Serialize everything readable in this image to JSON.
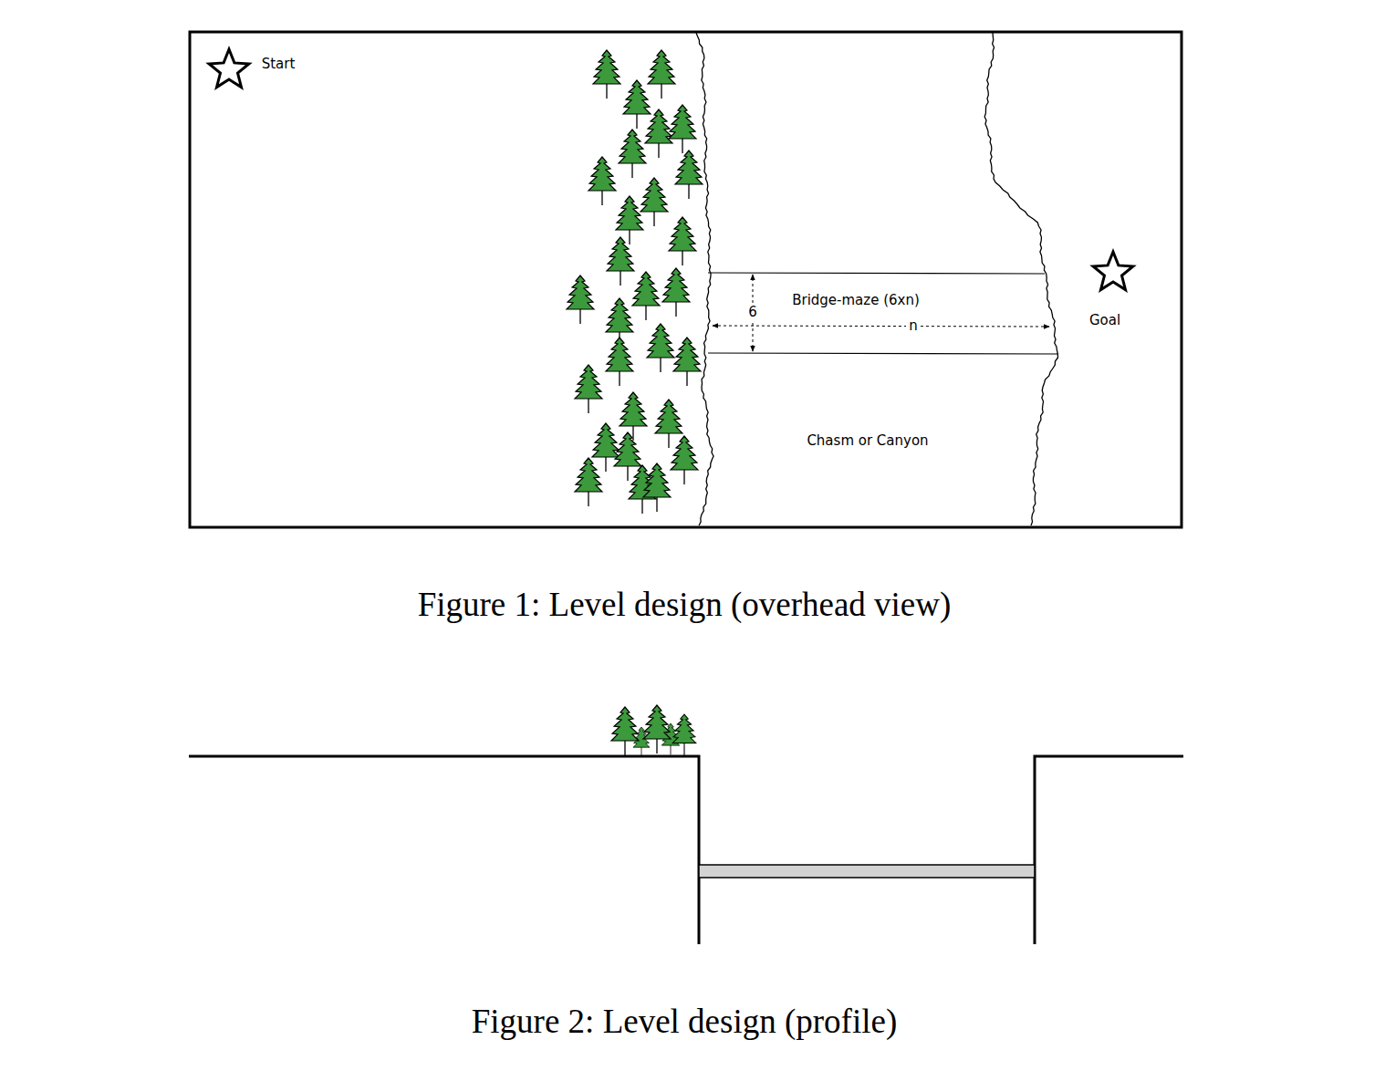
{
  "diagram": {
    "nodes": [
      {
        "text": [
          "Bridge-maze (6xn)"
        ]
      }
    ],
    "labels": [
      "Start",
      "6",
      "n",
      "Goal",
      "Chasm or Canyon",
      "Figure 1: Level design (overhead view)",
      "Figure 2: Level design (profile)"
    ]
  }
}
